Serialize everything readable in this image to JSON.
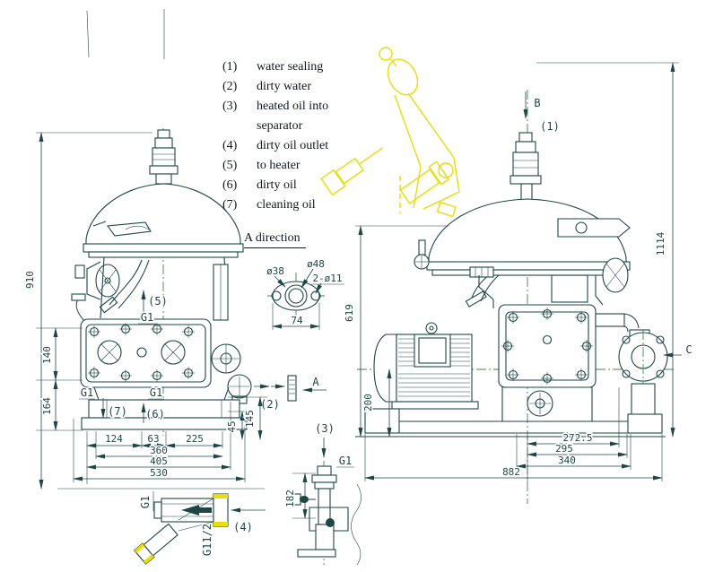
{
  "colors": {
    "line": "#1e4646",
    "green": "#3d8b3d",
    "yellow": "#e8de00",
    "ink": "#111723"
  },
  "legend": {
    "items": [
      {
        "num": "(1)",
        "label": "water sealing"
      },
      {
        "num": "(2)",
        "label": "dirty water"
      },
      {
        "num": "(3)",
        "label": "heated oil into",
        "label2": "separator"
      },
      {
        "num": "(4)",
        "label": "dirty oil outlet"
      },
      {
        "num": "(5)",
        "label": "to heater"
      },
      {
        "num": "(6)",
        "label": "dirty oil"
      },
      {
        "num": "(7)",
        "label": "cleaning oil"
      }
    ]
  },
  "view_labels": {
    "a_direction": "A direction",
    "a": "A",
    "b": "B",
    "c": "C"
  },
  "callouts": {
    "p1": "(1)",
    "p2": "(2)",
    "p3": "(3)",
    "p4": "(4)",
    "p5": "(5)",
    "p6": "(6)",
    "p7": "(7)"
  },
  "threads": {
    "g1": "G1",
    "g1_half": "G11/2"
  },
  "dims_left": {
    "h910": "910",
    "h140": "140",
    "h164": "164",
    "w124": "124",
    "w63": "63",
    "w225": "225",
    "w360": "360",
    "w405": "405",
    "w530": "530",
    "h45": "45",
    "h145": "145"
  },
  "dims_right": {
    "h1114": "1114",
    "h619": "619",
    "h200": "200",
    "w272_5": "272.5",
    "w295": "295",
    "w340": "340",
    "w882": "882"
  },
  "dims_flange": {
    "d38": "ø38",
    "d48": "ø48",
    "holes": "2-ø11",
    "w74": "74"
  },
  "dims_detail3": {
    "h182": "182"
  }
}
